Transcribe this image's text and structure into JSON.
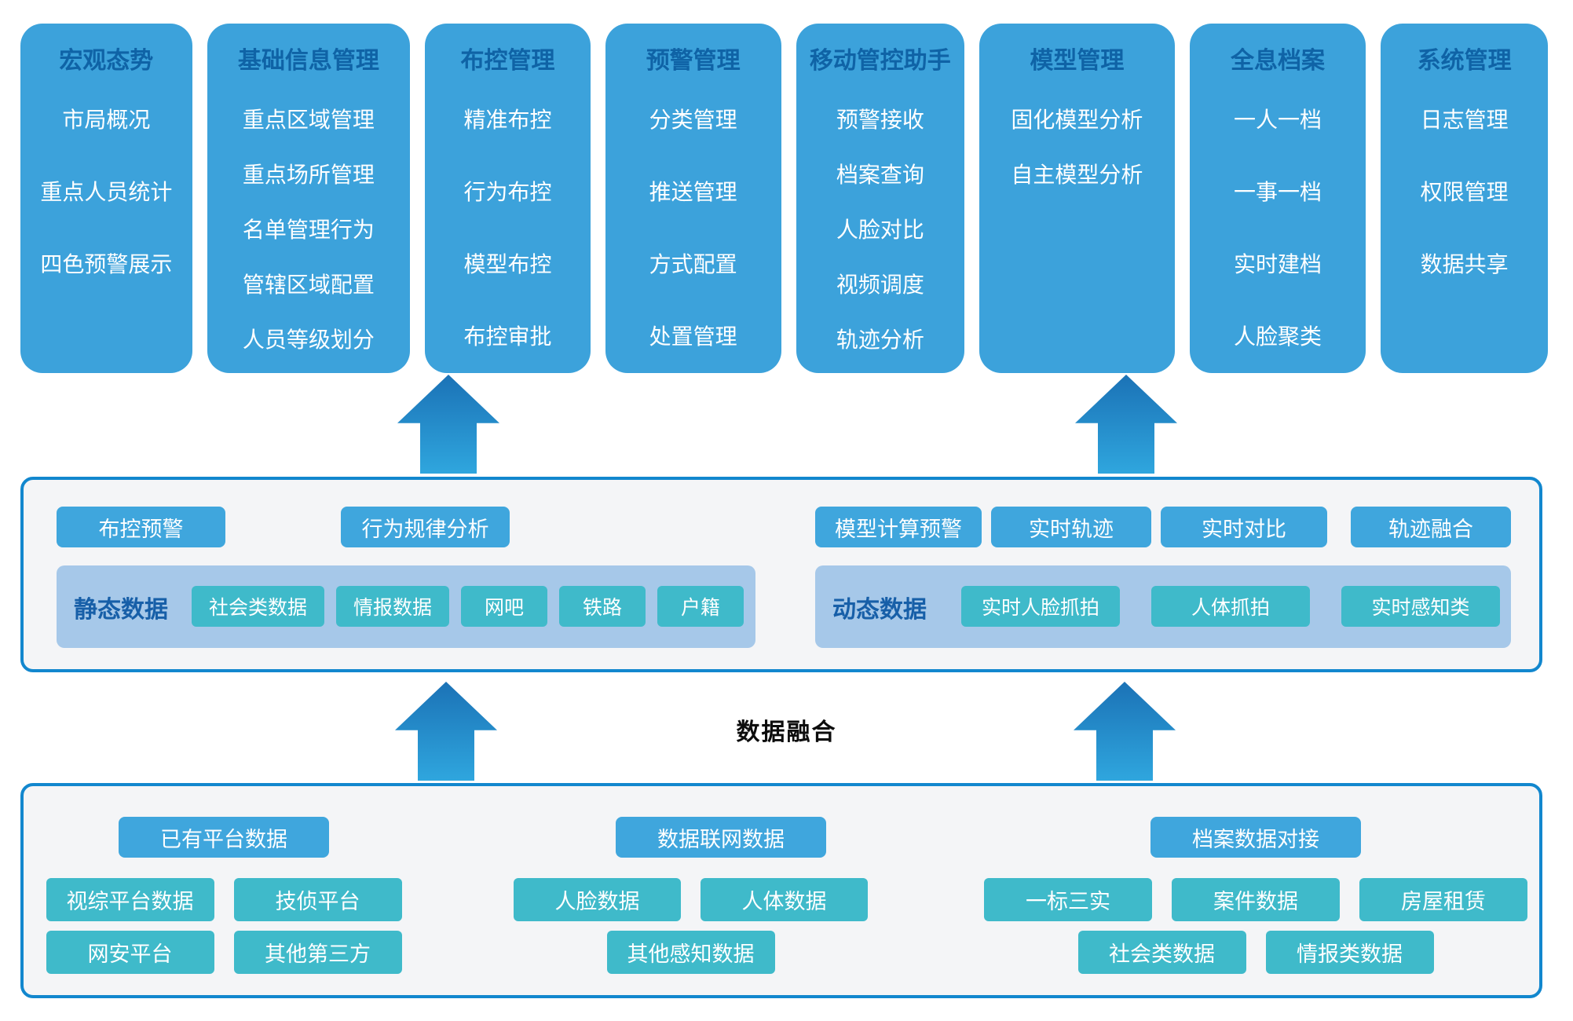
{
  "colors": {
    "module_bg": "#3CA2DB",
    "module_title": "#0F63A6",
    "box_border": "#1287CE",
    "box_bg": "#F4F5F7",
    "button_bg": "#3FA6DD",
    "chip_bg": "#3FBACA",
    "panel_bg": "#A6C8E9",
    "panel_label": "#175FA8",
    "arrow_top": "#1B72B6",
    "arrow_bottom": "#2FA6DE"
  },
  "top_modules": [
    {
      "title": "宏观态势",
      "items": [
        "市局概况",
        "重点人员统计",
        "四色预警展示"
      ]
    },
    {
      "title": "基础信息管理",
      "items": [
        "重点区域管理",
        "重点场所管理",
        "名单管理行为",
        "管辖区域配置",
        "人员等级划分"
      ]
    },
    {
      "title": "布控管理",
      "items": [
        "精准布控",
        "行为布控",
        "模型布控",
        "布控审批"
      ]
    },
    {
      "title": "预警管理",
      "items": [
        "分类管理",
        "推送管理",
        "方式配置",
        "处置管理"
      ]
    },
    {
      "title": "移动管控助手",
      "items": [
        "预警接收",
        "档案查询",
        "人脸对比",
        "视频调度",
        "轨迹分析"
      ]
    },
    {
      "title": "模型管理",
      "items": [
        "固化模型分析",
        "自主模型分析"
      ]
    },
    {
      "title": "全息档案",
      "items": [
        "一人一档",
        "一事一档",
        "实时建档",
        "人脸聚类"
      ]
    },
    {
      "title": "系统管理",
      "items": [
        "日志管理",
        "权限管理",
        "数据共享"
      ]
    }
  ],
  "analysis_layer": {
    "left": {
      "buttons": [
        "布控预警",
        "行为规律分析"
      ],
      "group_label": "静态数据",
      "group_items": [
        "社会类数据",
        "情报数据",
        "网吧",
        "铁路",
        "户籍"
      ]
    },
    "right": {
      "buttons": [
        "模型计算预警",
        "实时轨迹",
        "实时对比",
        "轨迹融合"
      ],
      "group_label": "动态数据",
      "group_items": [
        "实时人脸抓拍",
        "人体抓拍",
        "实时感知类"
      ]
    }
  },
  "fusion_label": "数据融合",
  "data_layer": {
    "groups": [
      {
        "header": "已有平台数据",
        "rows": [
          [
            "视综平台数据",
            "技侦平台"
          ],
          [
            "网安平台",
            "其他第三方"
          ]
        ]
      },
      {
        "header": "数据联网数据",
        "rows": [
          [
            "人脸数据",
            "人体数据"
          ],
          [
            "其他感知数据"
          ]
        ]
      },
      {
        "header": "档案数据对接",
        "rows": [
          [
            "一标三实",
            "案件数据",
            "房屋租赁"
          ],
          [
            "社会类数据",
            "情报类数据"
          ]
        ]
      }
    ]
  }
}
